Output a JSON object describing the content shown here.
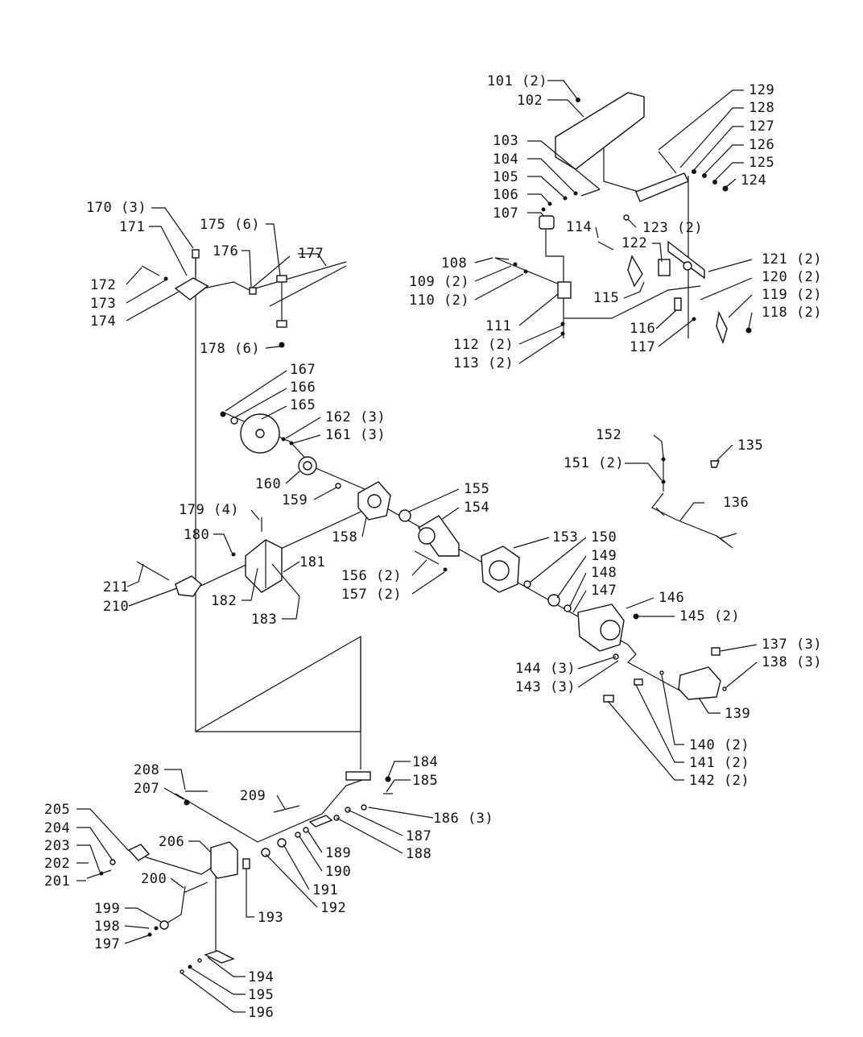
{
  "callouts": {
    "c101": "101 (2)",
    "c102": "102",
    "c103": "103",
    "c104": "104",
    "c105": "105",
    "c106": "106",
    "c107": "107",
    "c108": "108",
    "c109": "109 (2)",
    "c110": "110 (2)",
    "c111": "111",
    "c112": "112 (2)",
    "c113": "113 (2)",
    "c114": "114",
    "c115": "115",
    "c116": "116",
    "c117": "117",
    "c118": "118 (2)",
    "c119": "119 (2)",
    "c120": "120 (2)",
    "c121": "121 (2)",
    "c122": "122",
    "c123": "123 (2)",
    "c124": "124",
    "c125": "125",
    "c126": "126",
    "c127": "127",
    "c128": "128",
    "c129": "129",
    "c135": "135",
    "c136": "136",
    "c137": "137 (3)",
    "c138": "138 (3)",
    "c139": "139",
    "c140": "140 (2)",
    "c141": "141 (2)",
    "c142": "142 (2)",
    "c143": "143 (3)",
    "c144": "144 (3)",
    "c145": "145 (2)",
    "c146": "146",
    "c147": "147",
    "c148": "148",
    "c149": "149",
    "c150": "150",
    "c151": "151 (2)",
    "c152": "152",
    "c153": "153",
    "c154": "154",
    "c155": "155",
    "c156": "156 (2)",
    "c157": "157 (2)",
    "c158": "158",
    "c159": "159",
    "c160": "160",
    "c161": "161 (3)",
    "c162": "162 (3)",
    "c165": "165",
    "c166": "166",
    "c167": "167",
    "c170": "170 (3)",
    "c171": "171",
    "c172": "172",
    "c173": "173",
    "c174": "174",
    "c175": "175 (6)",
    "c176": "176",
    "c177": "177",
    "c178": "178 (6)",
    "c179": "179 (4)",
    "c180": "180",
    "c181": "181",
    "c182": "182",
    "c183": "183",
    "c184": "184",
    "c185": "185",
    "c186": "186 (3)",
    "c187": "187",
    "c188": "188",
    "c189": "189",
    "c190": "190",
    "c191": "191",
    "c192": "192",
    "c193": "193",
    "c194": "194",
    "c195": "195",
    "c196": "196",
    "c197": "197",
    "c198": "198",
    "c199": "199",
    "c200": "200",
    "c201": "201",
    "c202": "202",
    "c203": "203",
    "c204": "204",
    "c205": "205",
    "c206": "206",
    "c207": "207",
    "c208": "208",
    "c209": "209",
    "c210": "210",
    "c211": "211"
  }
}
